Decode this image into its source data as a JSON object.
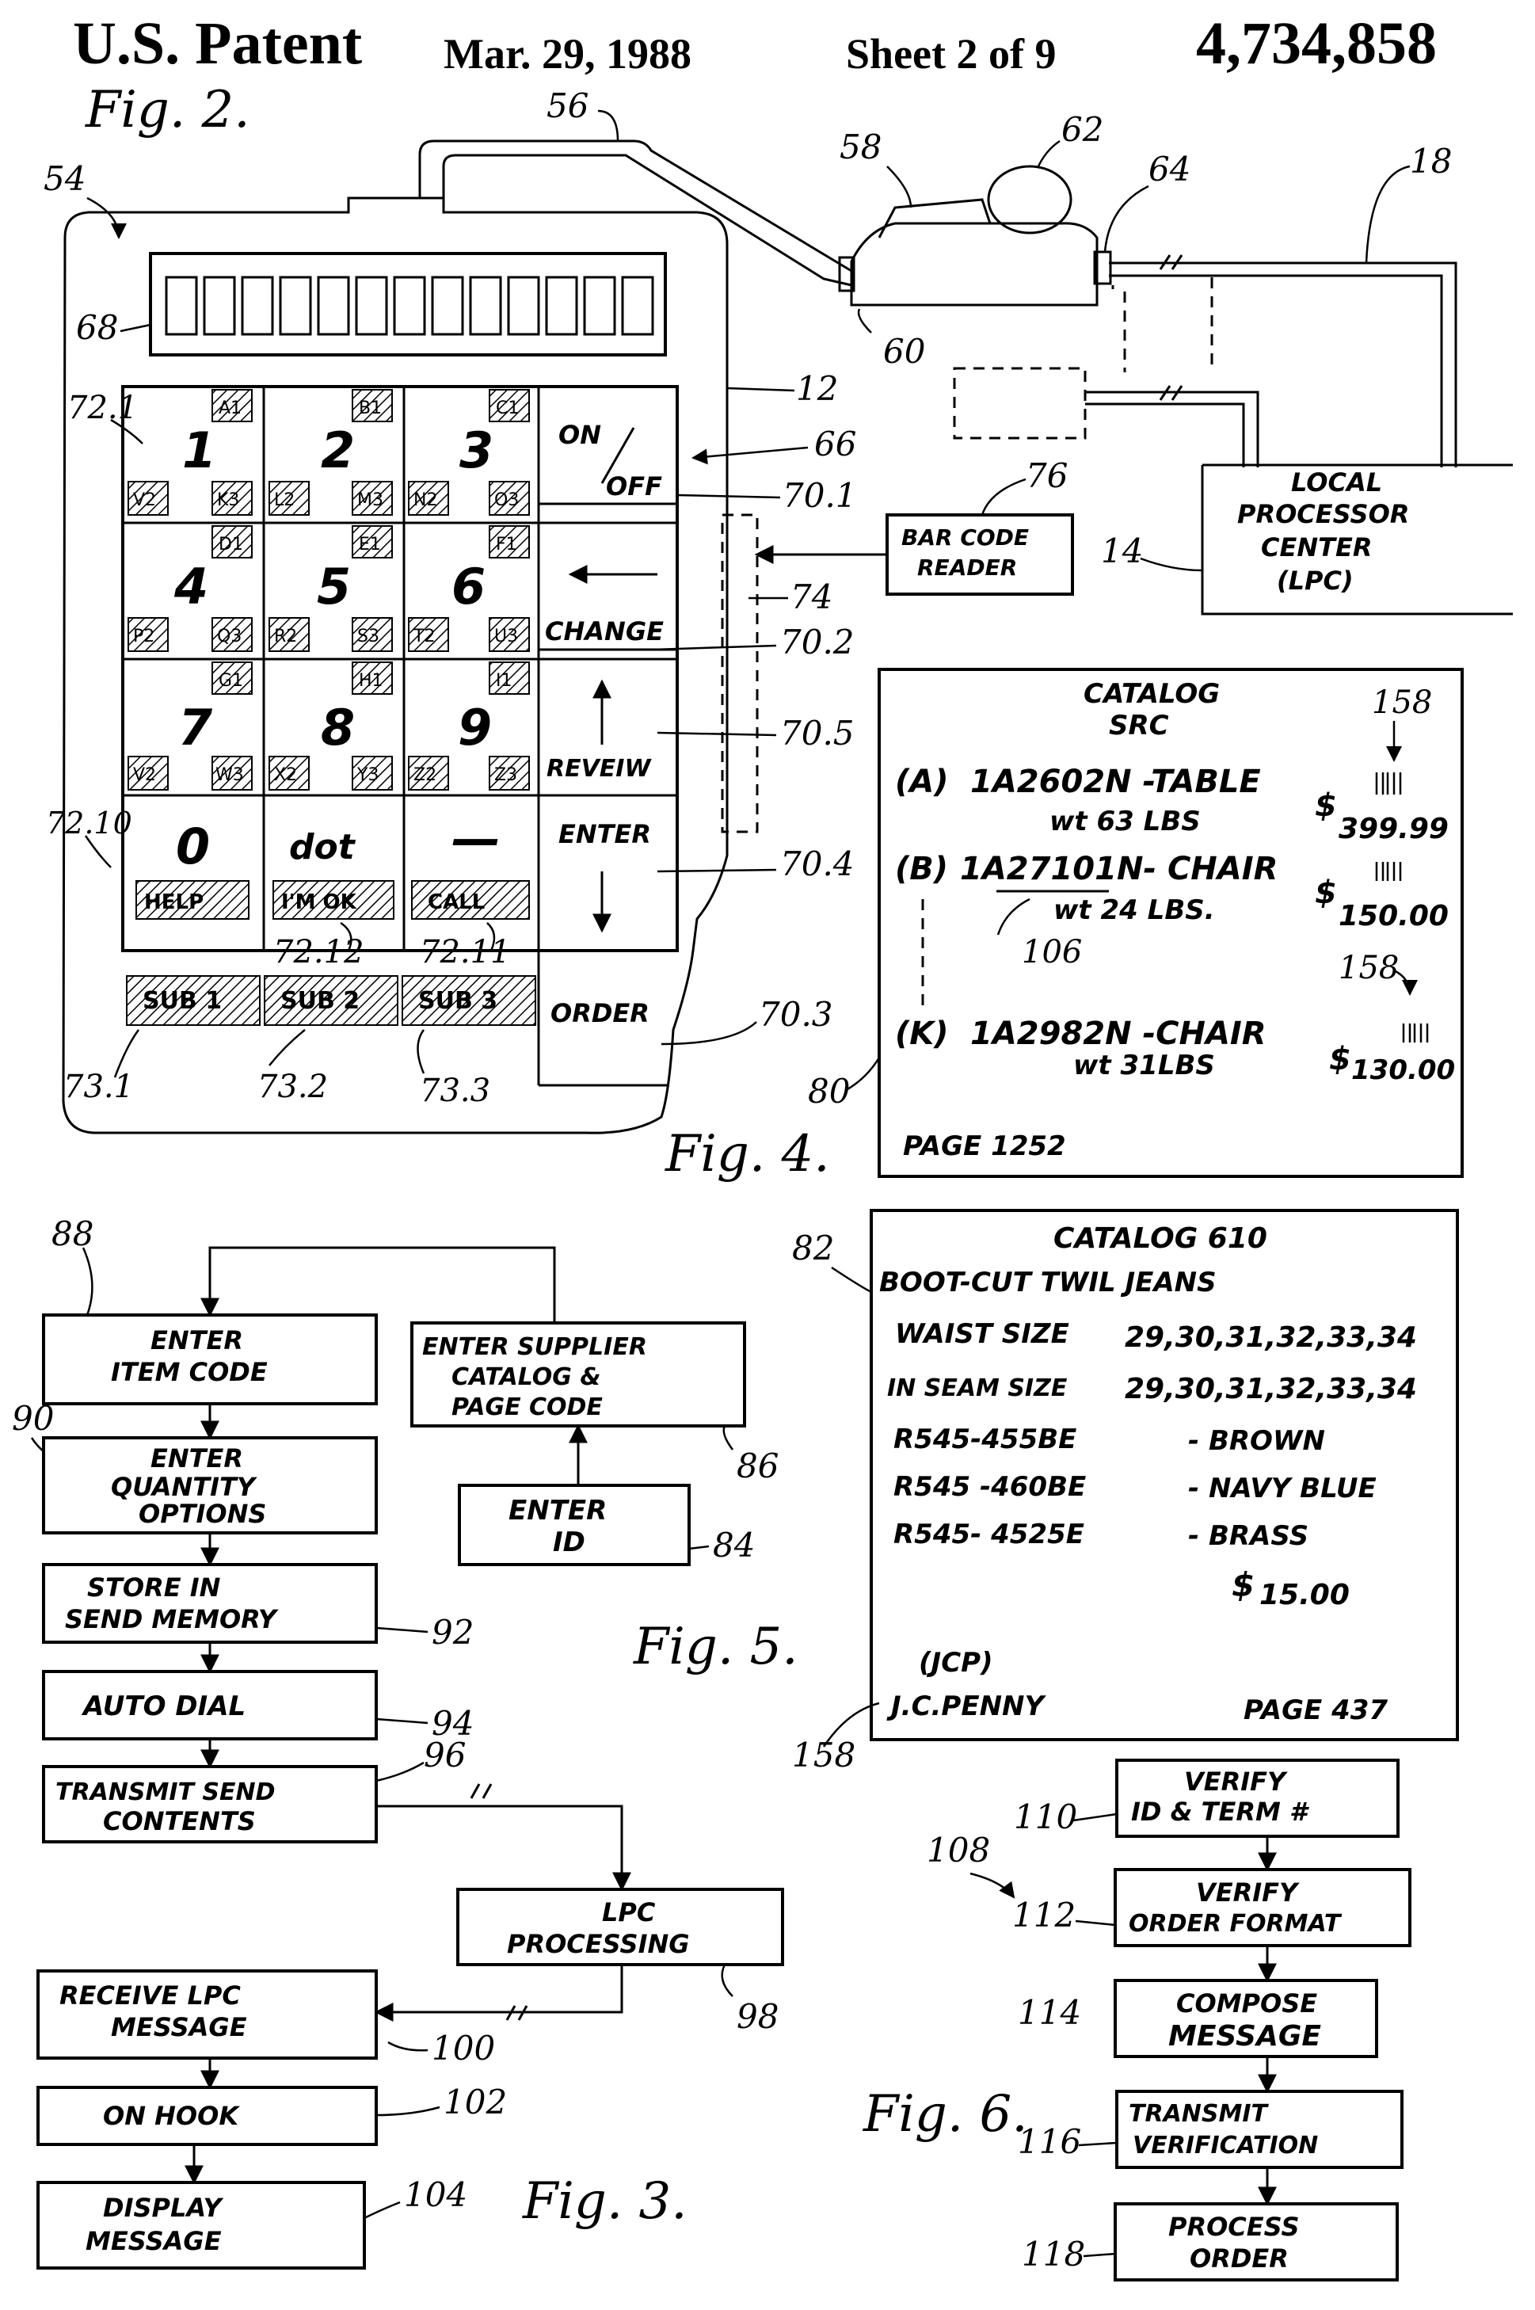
{
  "header": {
    "publisher": "U.S. Patent",
    "date": "Mar. 29, 1988",
    "sheet": "Sheet 2 of 9",
    "patent_number": "4,734,858"
  },
  "figures": {
    "fig2": "Fig. 2.",
    "fig3": "Fig. 3.",
    "fig4": "Fig. 4.",
    "fig5": "Fig. 5.",
    "fig6": "Fig. 6."
  },
  "fig2": {
    "keypad": {
      "rows": [
        [
          {
            "label": "1",
            "sub": [
              "A1",
              "V2",
              "K3"
            ]
          },
          {
            "label": "2",
            "sub": [
              "B1",
              "L2",
              "M3"
            ]
          },
          {
            "label": "3",
            "sub": [
              "C1",
              "N2",
              "O3"
            ]
          }
        ],
        [
          {
            "label": "4",
            "sub": [
              "D1",
              "P2",
              "Q3"
            ]
          },
          {
            "label": "5",
            "sub": [
              "E1",
              "R2",
              "S3"
            ]
          },
          {
            "label": "6",
            "sub": [
              "F1",
              "T2",
              "U3"
            ]
          }
        ],
        [
          {
            "label": "7",
            "sub": [
              "G1",
              "V2",
              "W3"
            ]
          },
          {
            "label": "8",
            "sub": [
              "H1",
              "X2",
              "Y3"
            ]
          },
          {
            "label": "9",
            "sub": [
              "I1",
              "Z2",
              "Z3"
            ]
          }
        ],
        [
          {
            "label": "0",
            "sub": [
              "HELP"
            ]
          },
          {
            "label": "dot",
            "sub": [
              "I'M OK"
            ]
          },
          {
            "label": "—",
            "sub": [
              "CALL"
            ]
          }
        ]
      ],
      "sub_keys": [
        "SUB 1",
        "SUB 2",
        "SUB 3"
      ]
    },
    "function_keys": {
      "on": "ON",
      "off": "OFF",
      "change": "CHANGE",
      "review": "REVEIW",
      "enter": "ENTER",
      "order": "ORDER"
    },
    "bar_code_reader": [
      "BAR CODE",
      "READER"
    ],
    "lpc": [
      "LOCAL",
      "PROCESSOR",
      "CENTER",
      "(LPC)"
    ],
    "refs": {
      "r54": "54",
      "r56": "56",
      "r58": "58",
      "r62": "62",
      "r64": "64",
      "r18": "18",
      "r68": "68",
      "r60": "60",
      "r12": "12",
      "r66": "66",
      "r701": "70.1",
      "r76": "76",
      "r721": "72.1",
      "r74": "74",
      "r14": "14",
      "r702": "70.2",
      "r705": "70.5",
      "r7210": "72.10",
      "r704": "70.4",
      "r7212": "72.12",
      "r7211": "72.11",
      "r703": "70.3",
      "r731": "73.1",
      "r732": "73.2",
      "r733": "73.3",
      "r80": "80"
    }
  },
  "fig4": {
    "title": "CATALOG",
    "code": "SRC",
    "items": [
      {
        "id": "(A)",
        "part": "1A2602N -TABLE",
        "weight": "wt 63 LBS",
        "price_symbol": "$",
        "price": "399.99"
      },
      {
        "id": "(B)",
        "part": "1A27101N- CHAIR",
        "weight": "wt 24 LBS.",
        "price_symbol": "$",
        "price": "150.00"
      },
      {
        "id": "(K)",
        "part": "1A2982N -CHAIR",
        "weight": "wt 31LBS",
        "price_symbol": "$",
        "price": "130.00"
      }
    ],
    "page": "PAGE  1252",
    "refs": {
      "r158a": "158",
      "r158b": "158",
      "r106": "106"
    }
  },
  "fig3": {
    "steps": {
      "s88": [
        "ENTER",
        "ITEM CODE"
      ],
      "s86": [
        "ENTER SUPPLIER",
        "CATALOG &",
        "PAGE CODE"
      ],
      "s90": [
        "ENTER",
        "QUANTITY",
        "OPTIONS"
      ],
      "s84": [
        "ENTER",
        "ID"
      ],
      "s92": [
        "STORE  IN",
        "SEND  MEMORY"
      ],
      "s94": [
        "AUTO  DIAL"
      ],
      "s96": [
        "TRANSMIT  SEND",
        "CONTENTS"
      ],
      "s98": [
        "LPC",
        "PROCESSING"
      ],
      "s100": [
        "RECEIVE  LPC",
        "MESSAGE"
      ],
      "s102": [
        "ON  HOOK"
      ],
      "s104": [
        "DISPLAY",
        "MESSAGE"
      ]
    },
    "refs": {
      "r88": "88",
      "r86": "86",
      "r90": "90",
      "r84": "84",
      "r92": "92",
      "r94": "94",
      "r96": "96",
      "r98": "98",
      "r100": "100",
      "r102": "102",
      "r104": "104"
    }
  },
  "fig5": {
    "title": "CATALOG  610",
    "product": "BOOT-CUT  TWIL  JEANS",
    "waist_label": "WAIST  SIZE",
    "waist_sizes": "29,30,31,32,33,34",
    "inseam_label": "IN SEAM SIZE",
    "inseam_sizes": "29,30,31,32,33,34",
    "skus": [
      {
        "code": "R545-455BE",
        "color": "-  BROWN"
      },
      {
        "code": "R545 -460BE",
        "color": "-  NAVY BLUE"
      },
      {
        "code": "R545- 4525E",
        "color": "-  BRASS"
      }
    ],
    "price_symbol": "$",
    "price": "15.00",
    "abbr": "(JCP)",
    "supplier": "J.C.PENNY",
    "page": "PAGE  437",
    "refs": {
      "r82": "82",
      "r158": "158"
    }
  },
  "fig6": {
    "steps": {
      "s110": [
        "VERIFY",
        "ID & TERM #"
      ],
      "s112": [
        "VERIFY",
        "ORDER  FORMAT"
      ],
      "s114": [
        "COMPOSE",
        "MESSAGE"
      ],
      "s116": [
        "TRANSMIT",
        "VERIFICATION"
      ],
      "s118": [
        "PROCESS",
        "ORDER"
      ]
    },
    "refs": {
      "r108": "108",
      "r110": "110",
      "r112": "112",
      "r114": "114",
      "r116": "116",
      "r118": "118"
    }
  },
  "colors": {
    "ink": "#000000",
    "paper": "#ffffff"
  }
}
